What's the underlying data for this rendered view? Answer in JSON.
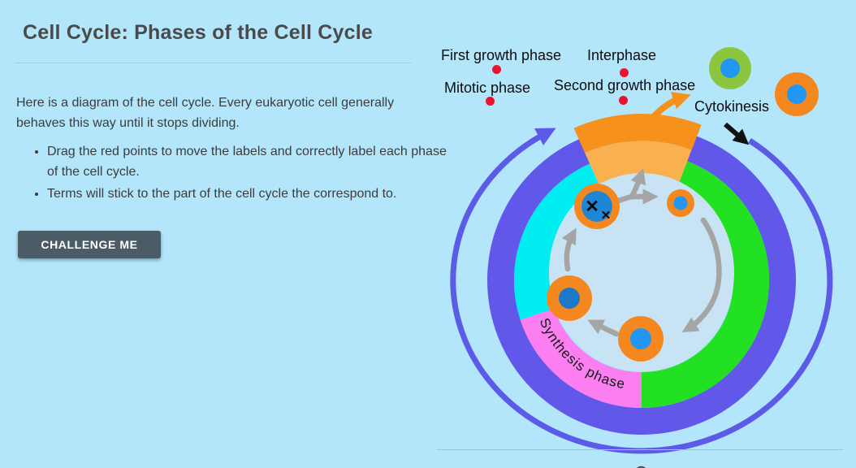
{
  "left_panel": {
    "title": "Cell Cycle: Phases of the Cell Cycle",
    "intro": "Here is a diagram of the cell cycle. Every eukaryotic cell generally behaves this way until it stops dividing.",
    "bullets": [
      "Drag the red points to move the labels and correctly label each phase of the cell cycle.",
      "Terms will stick to the part of the cell cycle the correspond to."
    ],
    "button_label": "CHALLENGE ME"
  },
  "diagram": {
    "labels": [
      {
        "text": "First growth phase"
      },
      {
        "text": "Interphase"
      },
      {
        "text": "Mitotic phase"
      },
      {
        "text": "Second growth phase"
      },
      {
        "text": "Cytokinesis"
      }
    ],
    "arc_label": "Synthesis phase",
    "chromosome_marks": [
      "✕",
      "✕"
    ]
  },
  "colors": {
    "background": "#b3e5fb",
    "title_text": "#4a4a4a",
    "body_text": "#3c3c3c",
    "button_bg": "#4b5c66",
    "button_text": "#ffffff",
    "ring_purple": "#6157e8",
    "outer_arrow_purple": "#5b5be8",
    "segment_cyan": "#00eef2",
    "segment_green": "#22e022",
    "segment_pink": "#fb7ff0",
    "wedge_orange_dark": "#f6911c",
    "wedge_orange_light": "#f9b04e",
    "inner_disc": "#c8e4f4",
    "cell_orange": "#f5871f",
    "nucleus_blue": "#2196f3",
    "daughter_green": "#8cc63e",
    "drag_dot_red": "#e8142d",
    "inner_arrow_gray": "#a5a5a5"
  }
}
